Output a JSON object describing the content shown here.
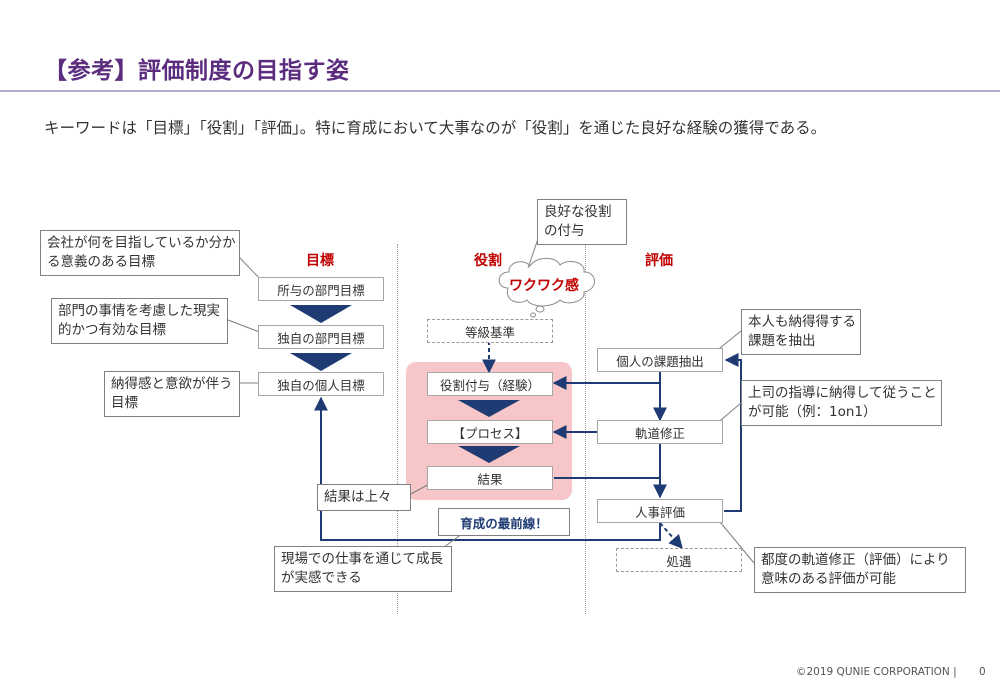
{
  "slide": {
    "title": "【参考】評価制度の目指す姿",
    "subtitle": "キーワードは「目標」「役割」「評価」。特に育成において大事なのが「役割」を通じた良好な経験の獲得である。",
    "footer": "©2019 QUNIE CORPORATION |",
    "page_number": "0"
  },
  "columns": {
    "goal": "目標",
    "role": "役割",
    "evaluation": "評価"
  },
  "goal_boxes": {
    "dept_goal": "所与の部門目標",
    "own_dept_goal": "独自の部門目標",
    "own_personal_goal": "独自の個人目標"
  },
  "role_boxes": {
    "grade_standard": "等級基準",
    "role_assignment": "役割付与（経験）",
    "process": "【プロセス】",
    "result": "結果",
    "frontline": "育成の最前線！"
  },
  "cloud": {
    "label": "ワクワク感"
  },
  "eval_boxes": {
    "issue_extraction": "個人の課題抽出",
    "course_correction": "軌道修正",
    "hr_evaluation": "人事評価",
    "treatment": "処遇"
  },
  "callouts": {
    "company_goal": [
      "会社が何を目指しているか分か",
      "る意義のある目標"
    ],
    "dept_goal": [
      "部門の事情を考慮した現実",
      "的かつ有効な目標"
    ],
    "personal_goal": [
      "納得感と意欲が伴う",
      "目標"
    ],
    "good_role": [
      "良好な役割",
      "の付与"
    ],
    "self_issue": [
      "本人も納得得する",
      "課題を抽出"
    ],
    "boss_guidance": [
      "上司の指導に納得して従うこと",
      "が可能（例：1on1）"
    ],
    "result_good": [
      "結果は上々"
    ],
    "growth": [
      "現場での仕事を通じて成長",
      "が実感できる"
    ],
    "meaningful_eval": [
      "都度の軌道修正（評価）により",
      "意味のある評価が可能"
    ]
  },
  "colors": {
    "title": "#5c2d7e",
    "column_head": "#c00000",
    "arrow": "#1f3b73",
    "highlight": "#f7c6c8"
  }
}
